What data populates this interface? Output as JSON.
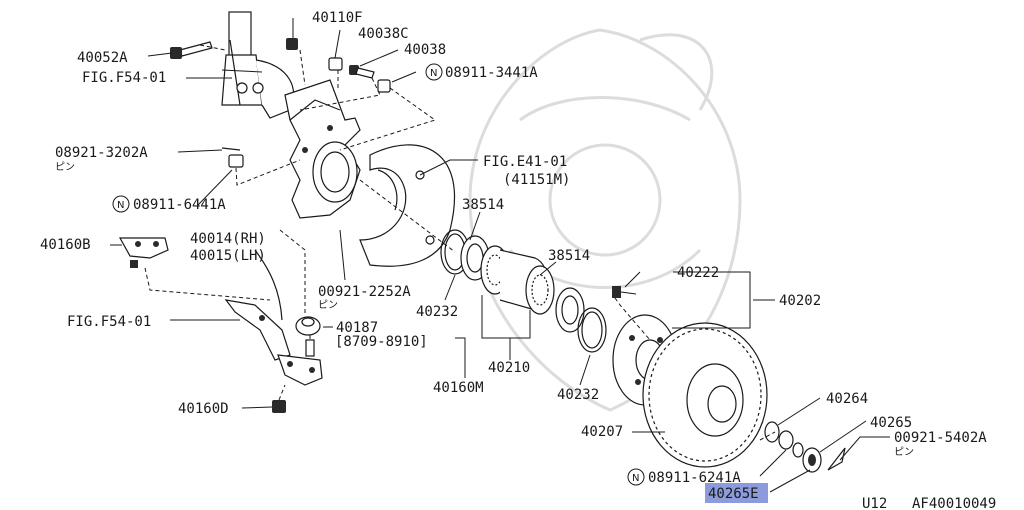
{
  "labels": {
    "p40110F": "40110F",
    "p40038C": "40038C",
    "p40038": "40038",
    "p08911_3441A": "08911-3441A",
    "p40052A": "40052A",
    "figF54_01_top": "FIG.F54-01",
    "p08921_3202A": "08921-3202A",
    "pin1": "ピン",
    "figE41_01": "FIG.E41-01",
    "p41151M": "(41151M)",
    "p08911_6441A": "08911-6441A",
    "p38514a": "38514",
    "p40014": "40014(RH)",
    "p40015": "40015(LH)",
    "p40160B": "40160B",
    "p38514b": "38514",
    "p00921_2252A": "00921-2252A",
    "pin2": "ピン",
    "p40222": "40222",
    "p40202": "40202",
    "p40232a": "40232",
    "figF54_01_mid": "FIG.F54-01",
    "p40187": "40187",
    "p8709": "[8709-8910]",
    "p40210": "40210",
    "p40160M": "40160M",
    "p40232b": "40232",
    "p40264": "40264",
    "p40160D": "40160D",
    "p40207": "40207",
    "p40265": "40265",
    "p00921_5402A": "00921-5402A",
    "pin3": "ピン",
    "p08911_6241A": "08911-6241A",
    "p40265E": "40265E",
    "code_u12": "U12",
    "code_af": "AF40010049"
  },
  "symbols": {
    "n": "N"
  },
  "colors": {
    "ink": "#1a1a1a",
    "highlight": "#8c9bdc",
    "watermark": "#dcdcdc"
  }
}
